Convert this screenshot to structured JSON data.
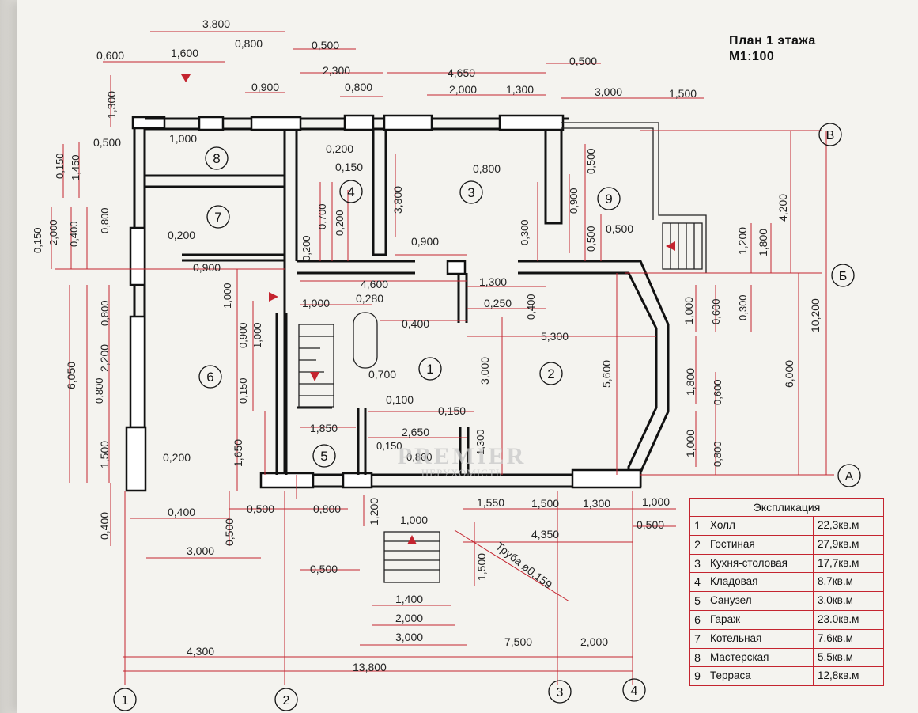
{
  "title": {
    "line1": "План 1 этажа",
    "line2": "М1:100"
  },
  "watermark": {
    "brand": "PREMIER",
    "sub": "НЕРУХОМІСТЬ"
  },
  "legend": {
    "heading": "Экспликация",
    "rooms": [
      {
        "num": "1",
        "name": "Холл",
        "area": "22,3кв.м"
      },
      {
        "num": "2",
        "name": "Гостиная",
        "area": "27,9кв.м"
      },
      {
        "num": "3",
        "name": "Кухня-столовая",
        "area": "17,7кв.м"
      },
      {
        "num": "4",
        "name": "Кладовая",
        "area": "8,7кв.м"
      },
      {
        "num": "5",
        "name": "Санузел",
        "area": "3,0кв.м"
      },
      {
        "num": "6",
        "name": "Гараж",
        "area": "23.0кв.м"
      },
      {
        "num": "7",
        "name": "Котельная",
        "area": "7,6кв.м"
      },
      {
        "num": "8",
        "name": "Мастерская",
        "area": "5,5кв.м"
      },
      {
        "num": "9",
        "name": "Терраса",
        "area": "12,8кв.м"
      }
    ]
  },
  "axes": {
    "a1": "1",
    "a2": "2",
    "a3": "3",
    "a4": "4",
    "aA": "А",
    "aB": "Б",
    "aV": "В"
  },
  "rooms": {
    "r1": "1",
    "r2": "2",
    "r3": "3",
    "r4": "4",
    "r5": "5",
    "r6": "6",
    "r7": "7",
    "r8": "8",
    "r9": "9"
  },
  "pipe_note": "Труба ø0,159",
  "dims": {
    "top_3800": "3,800",
    "top_0600": "0,600",
    "top_1600": "1,600",
    "top_0800a": "0,800",
    "top_0500a": "0,500",
    "top_2300": "2,300",
    "top_4650": "4,650",
    "top_0500b": "0,500",
    "top_0800b": "0,800",
    "top_2000": "2,000",
    "top_1300": "1,300",
    "top_3000": "3,000",
    "top_1500": "1,500",
    "top_0900": "0,900",
    "l_1300": "1,300",
    "l_0500": "0,500",
    "l_1000": "1,000",
    "l_0150": "0,150",
    "l_1450": "1,450",
    "l_0150b": "0,150",
    "l_2000": "2,000",
    "l_0400": "0,400",
    "l_0800": "0,800",
    "l_0200": "0,200",
    "l_0900": "0,900",
    "l_6050": "6,050",
    "l_0800b": "0,800",
    "l_2200": "2,200",
    "l_0800c": "0,800",
    "l_1500": "1,500",
    "l_0400b": "0,400",
    "l_0200b": "0,200",
    "m_1000": "1,000",
    "m_0900": "0,900",
    "m_1000b": "1,000",
    "m_0150": "0,150",
    "m_1650": "1,650",
    "m_0500": "0,500",
    "m_4600": "4,600",
    "m_1000c": "1,000",
    "m_0280": "0,280",
    "m_0400": "0,400",
    "m_0200": "0,200",
    "m_0700": "0,700",
    "m_0200v": "0,200",
    "m_0200v2": "0,200",
    "m_3800": "3,800",
    "m_0800": "0,800",
    "m_0900b": "0,900",
    "m_0300": "0,300",
    "m_0900c": "0,900",
    "m_0500b": "0,500",
    "m_0500c": "0,500",
    "m_0500d": "0,500",
    "m_1300": "1,300",
    "m_0250": "0,250",
    "m_0400b": "0,400",
    "m_5300": "5,300",
    "m_3000": "3,000",
    "m_5600": "5,600",
    "m_0100": "0,100",
    "m_0150b": "0,150",
    "m_1850": "1,850",
    "m_2650": "2,650",
    "m_0150c": "0,150",
    "m_0800c": "0,800",
    "m_1300v": "1,300",
    "r_1200": "1,200",
    "r_1800": "1,800",
    "r_4200": "4,200",
    "r_1000": "1,000",
    "r_0600": "0,600",
    "r_0300": "0,300",
    "r_1800b": "1,800",
    "r_0600b": "0,600",
    "r_1000b": "1,000",
    "r_0800": "0,800",
    "r_6000": "6,000",
    "r_10200": "10,200",
    "b_0400": "0,400",
    "b_0500": "0,500",
    "b_0500b": "0,500",
    "b_0800": "0,800",
    "b_1200": "1,200",
    "b_1000": "1,000",
    "b_1550": "1,550",
    "b_1500": "1,500",
    "b_1300": "1,300",
    "b_1000b": "1,000",
    "b_0500c": "0,500",
    "b_4350": "4,350",
    "b_3000": "3,000",
    "b_0500d": "0,500",
    "b_1500v": "1,500",
    "b_1400": "1,400",
    "b_2000": "2,000",
    "b_3000b": "3,000",
    "b_4300": "4,300",
    "b_7500": "7,500",
    "b_2000b": "2,000",
    "b_13800": "13,800",
    "b_0200": "0,200"
  }
}
